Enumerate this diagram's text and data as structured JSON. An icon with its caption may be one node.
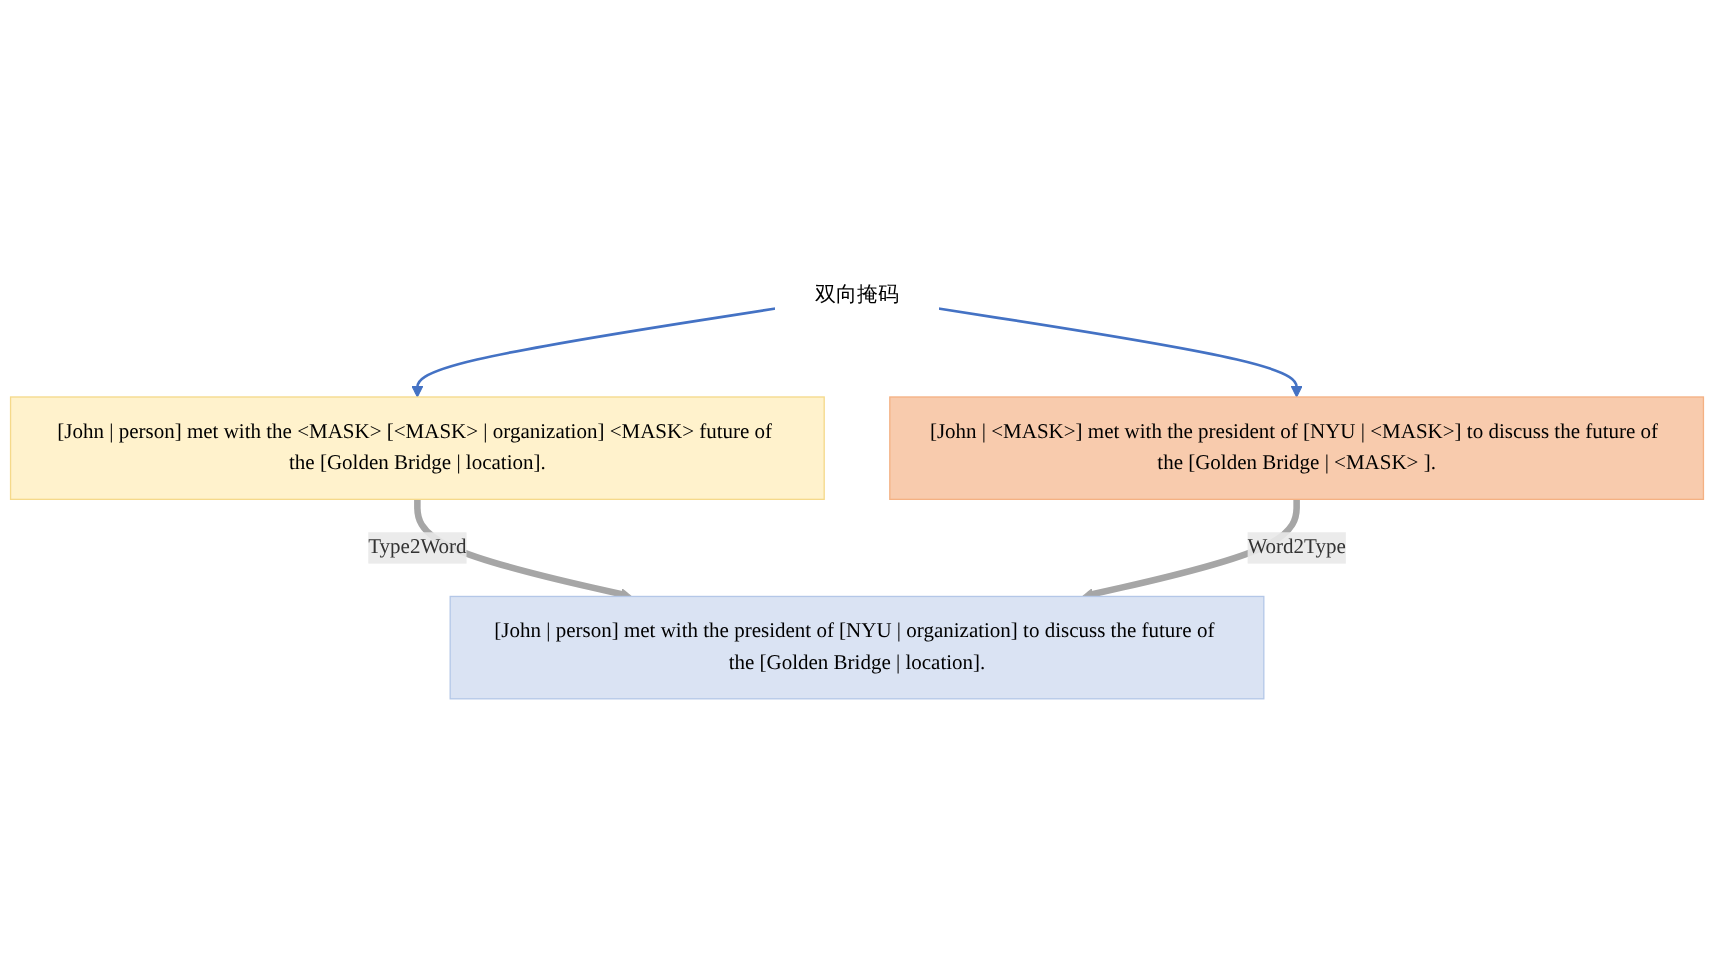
{
  "diagram": {
    "nodes": [
      {
        "text": [
          "[John | person] met with the <MASK> [<MASK> | organization] <MASK> future of the [Golden Bridge | location]."
        ]
      },
      {
        "text": [
          "[John | person] met with the president of [NYU | organization] to discuss the future of the [Golden Bridge | location]."
        ]
      },
      {
        "text": [
          "[John | <MASK>] met with the president of [NYU | <MASK>] to discuss the future of the [Golden Bridge | <MASK> ]."
        ]
      },
      {
        "text": [
          "双向掩码"
        ]
      }
    ],
    "edges": [
      {
        "from": 0,
        "to": 1,
        "arrow": "to",
        "label": "Type2Word",
        "style": "thick",
        "color": "#a6a6a6"
      },
      {
        "from": 2,
        "to": 1,
        "arrow": "to",
        "label": "Word2Type",
        "style": "thick",
        "color": "#a6a6a6"
      },
      {
        "from": 3,
        "to": 0,
        "arrow": "to",
        "color": "#4472c4"
      },
      {
        "from": 3,
        "to": 2,
        "arrow": "to",
        "color": "#4472c4"
      }
    ]
  }
}
